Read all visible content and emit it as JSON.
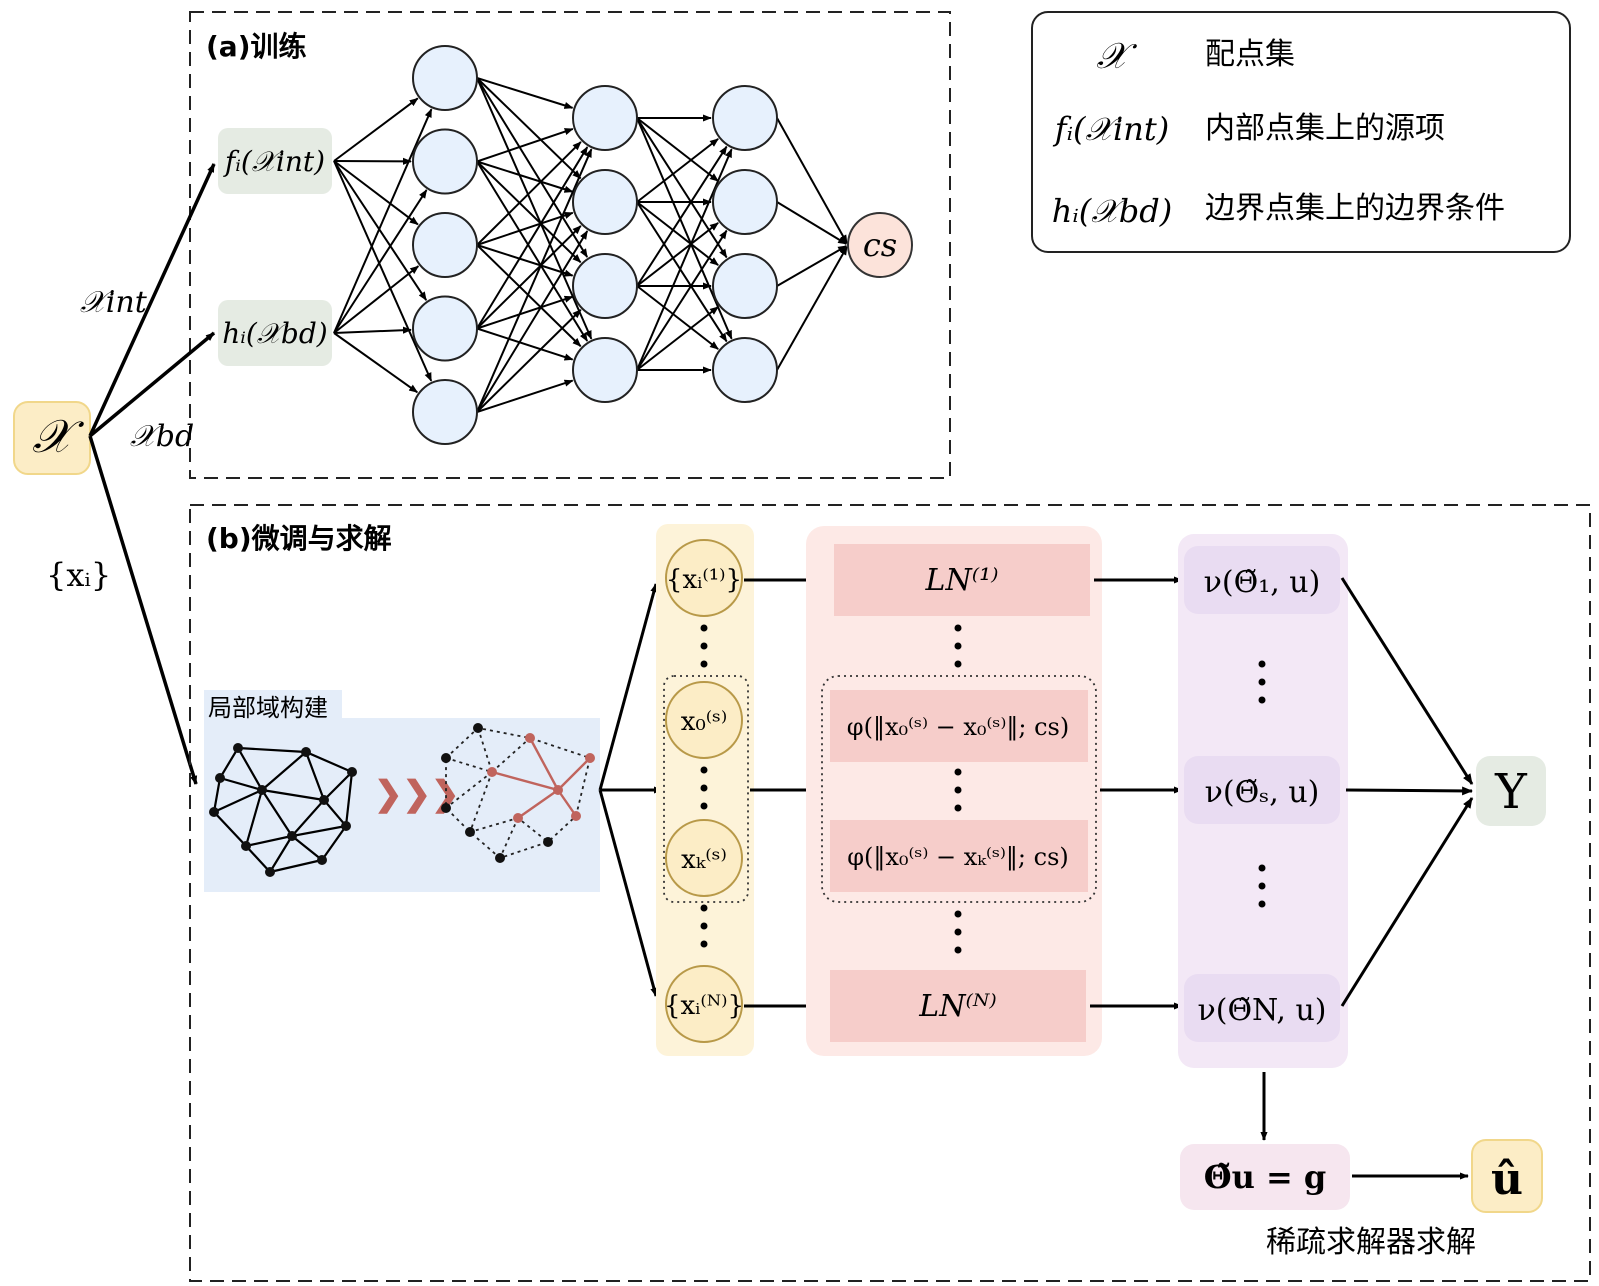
{
  "legend": {
    "rows": [
      {
        "symbol": "𝒳",
        "desc": "配点集"
      },
      {
        "symbol": "fᵢ(𝒳int)",
        "desc": "内部点集上的源项"
      },
      {
        "symbol": "hᵢ(𝒳bd)",
        "desc": "边界点集上的边界条件"
      }
    ]
  },
  "input": {
    "symbol": "𝒳"
  },
  "edge_labels": {
    "int": "𝒳int",
    "bd": "𝒳bd",
    "xi": "{xᵢ}"
  },
  "panel_a": {
    "title": "(a)训练",
    "input_f": "fᵢ(𝒳int)",
    "input_h": "hᵢ(𝒳bd)",
    "output": "cs",
    "layers": [
      5,
      4,
      4
    ]
  },
  "panel_b": {
    "title": "(b)微调与求解",
    "local_label": "局部域构建",
    "chevrons": "❯❯❯",
    "nodes": [
      "{xᵢ⁽¹⁾}",
      "x₀⁽ˢ⁾",
      "xₖ⁽ˢ⁾",
      "{xᵢ⁽ᴺ⁾}"
    ],
    "ln_first": "LN⁽¹⁾",
    "ln_last": "LN⁽ᴺ⁾",
    "phi_1": "φ(‖x₀⁽ˢ⁾ − x₀⁽ˢ⁾‖; cs)",
    "phi_2": "φ(‖x₀⁽ˢ⁾ − xₖ⁽ˢ⁾‖; cs)",
    "v_1": "ν(Θ̃₁, u)",
    "v_s": "ν(Θ̃ₛ, u)",
    "v_n": "ν(Θ̃N, u)",
    "y": "Y",
    "equation": "Θ̃u = g",
    "u_hat": "û",
    "solver_label": "稀疏求解器求解"
  },
  "colors": {
    "input_fill": "#fcedc6",
    "input_stroke": "#f1d78a",
    "neuron_fill": "#e7f1fd",
    "output_fill": "#fce3da",
    "gray_box": "#e5ebe3",
    "yellow_col": "#fdf3d9",
    "pink_col": "#fde9e6",
    "pink_box": "#f6cdca",
    "purple_col": "#f3e8f6",
    "purple_box": "#e9dcf2",
    "blue_bg": "#e4edf9",
    "red_accent": "#c0645d"
  }
}
